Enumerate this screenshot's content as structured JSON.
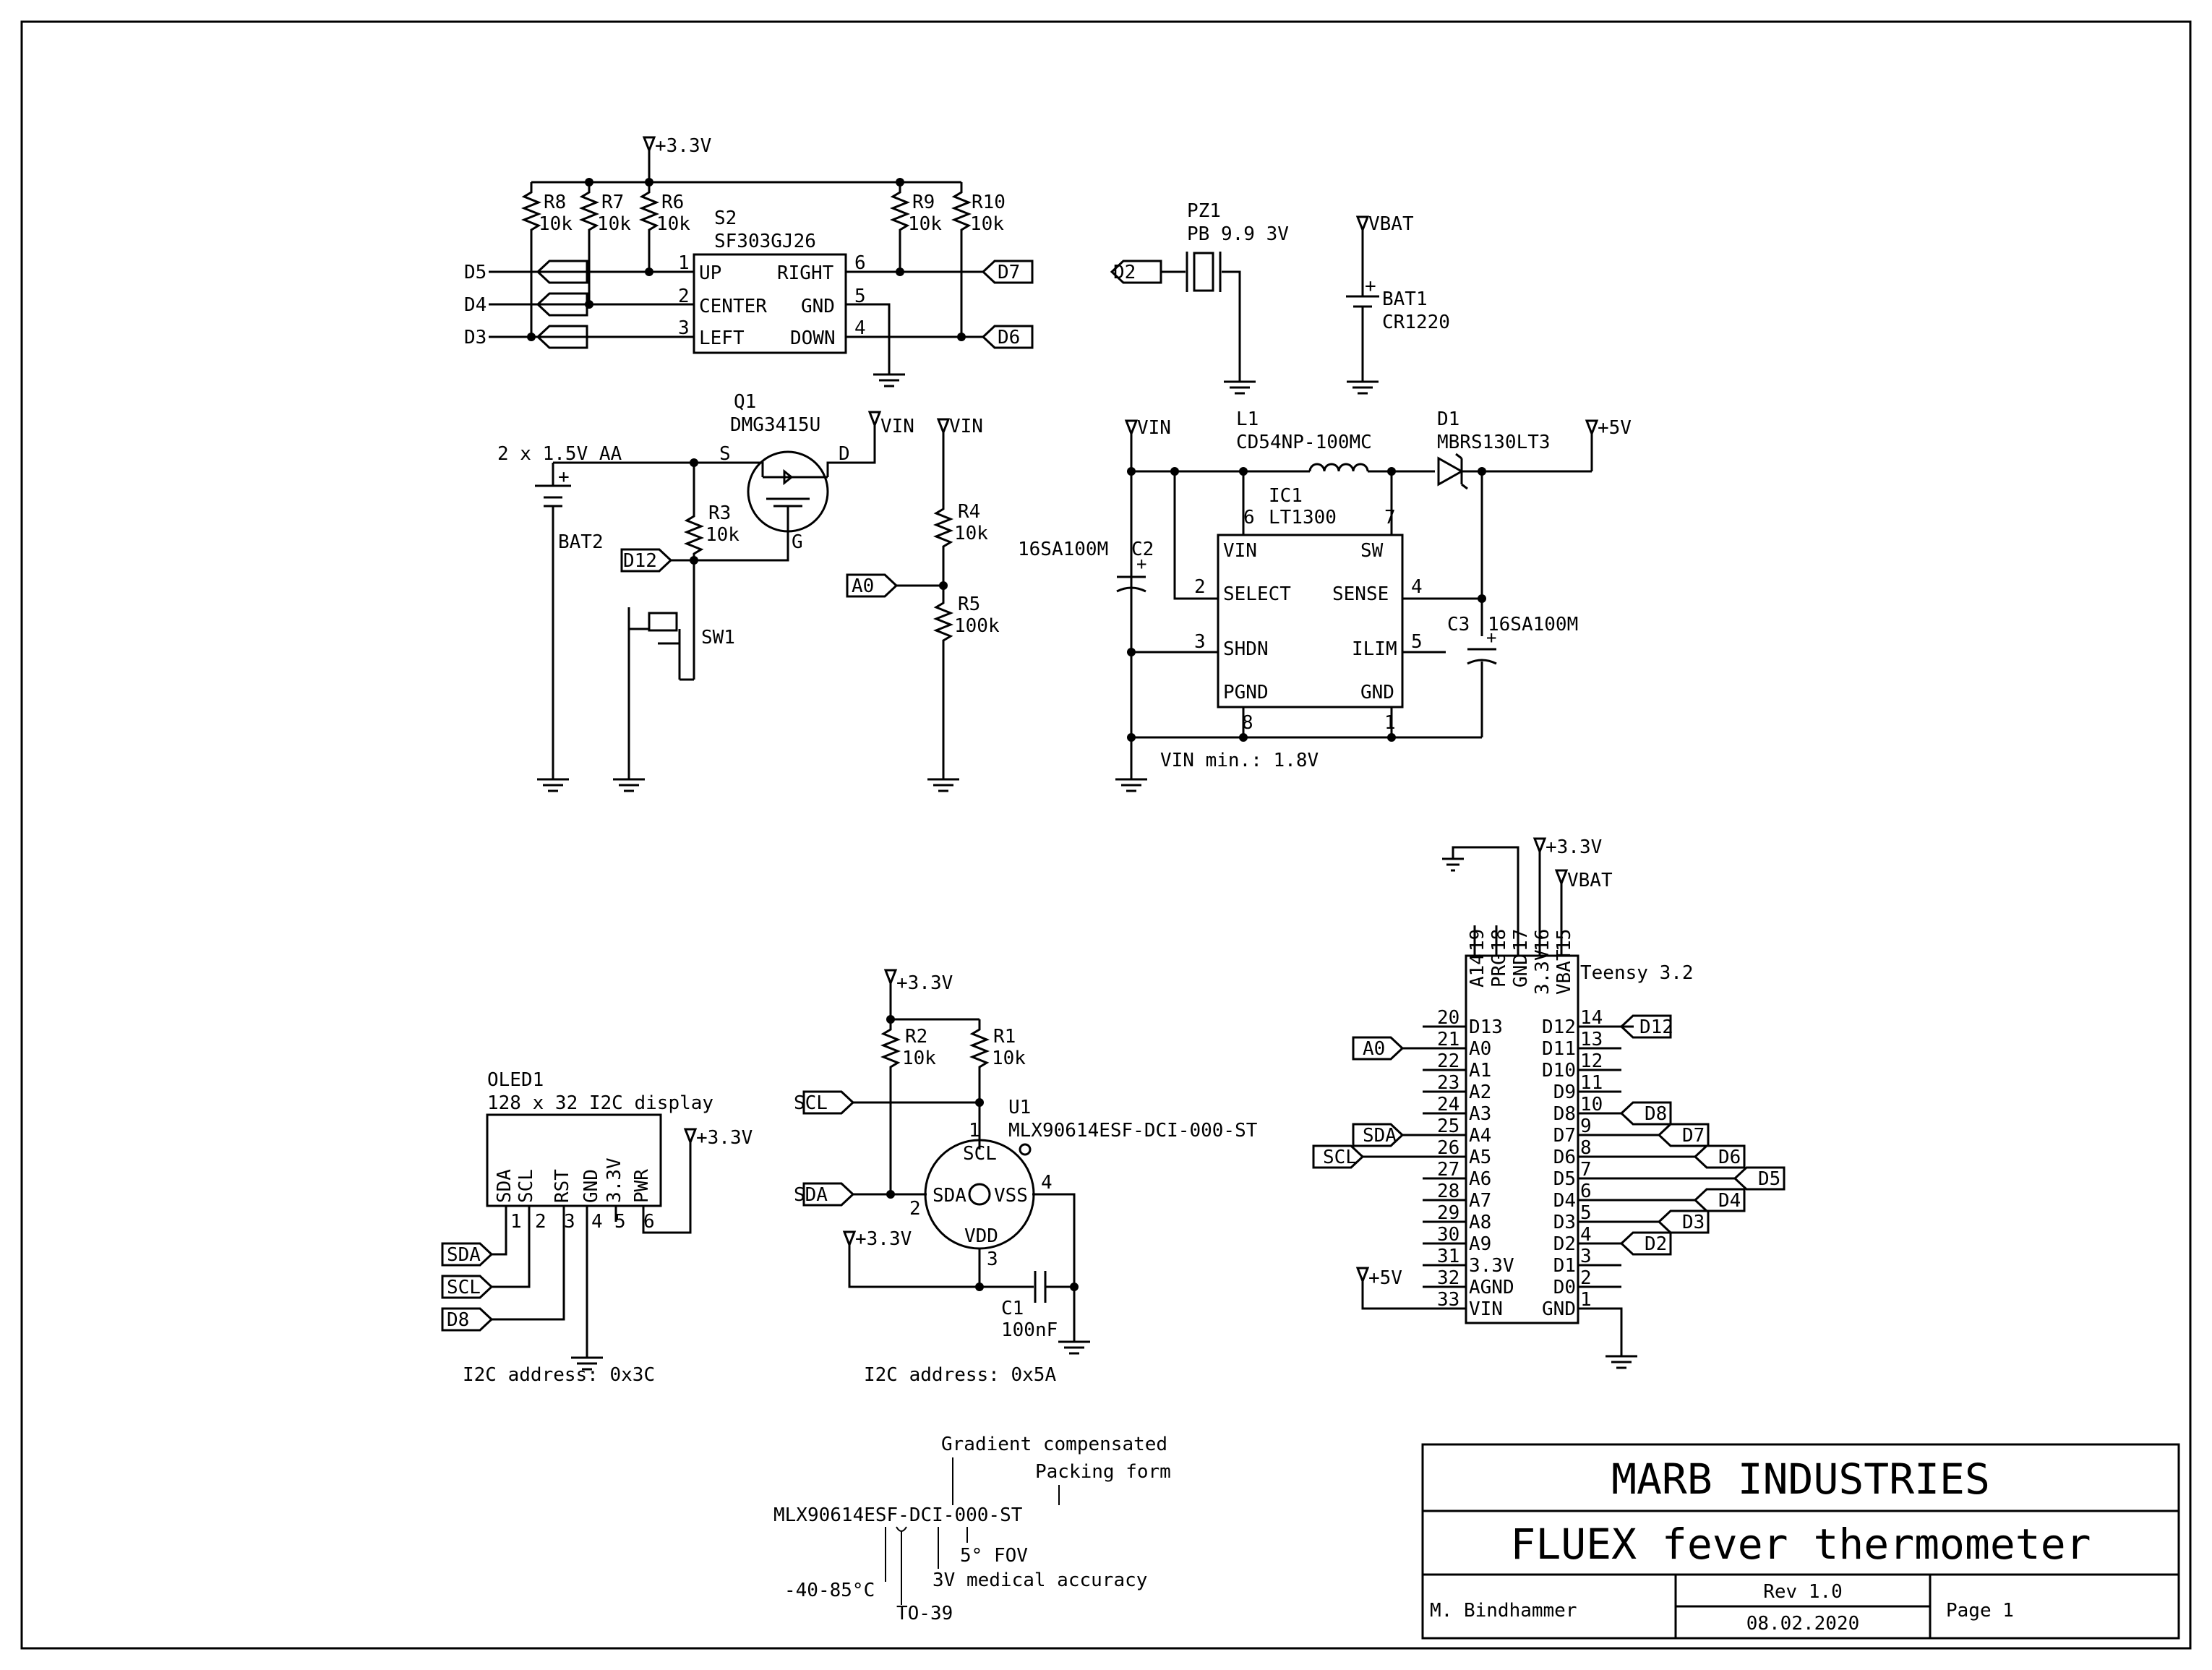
{
  "title_block": {
    "company": "MARB INDUSTRIES",
    "title": "FLUEX fever thermometer",
    "author": "M. Bindhammer",
    "revision": "Rev 1.0",
    "date": "08.02.2020",
    "page": "Page 1"
  },
  "supplies": {
    "v33": "+3.3V",
    "v5": "+5V",
    "vin": "VIN",
    "vbat": "VBAT"
  },
  "joystick": {
    "ref": "S2",
    "part": "SF303GJ26",
    "resistors": [
      {
        "ref": "R8",
        "value": "10k"
      },
      {
        "ref": "R7",
        "value": "10k"
      },
      {
        "ref": "R6",
        "value": "10k"
      },
      {
        "ref": "R9",
        "value": "10k"
      },
      {
        "ref": "R10",
        "value": "10k"
      }
    ],
    "pins_left": [
      {
        "num": "1",
        "name": "UP"
      },
      {
        "num": "2",
        "name": "CENTER"
      },
      {
        "num": "3",
        "name": "LEFT"
      }
    ],
    "pins_right": [
      {
        "num": "6",
        "name": "RIGHT"
      },
      {
        "num": "5",
        "name": "GND"
      },
      {
        "num": "4",
        "name": "DOWN"
      }
    ],
    "nets_left": [
      "D5",
      "D4",
      "D3"
    ],
    "nets_right": [
      "D7",
      "D6"
    ]
  },
  "buzzer": {
    "ref": "PZ1",
    "part": "PB 9.9 3V",
    "net": "D2"
  },
  "backup_battery": {
    "ref": "BAT1",
    "part": "CR1220"
  },
  "power_switch": {
    "mosfet_ref": "Q1",
    "mosfet_part": "DMG3415U",
    "pin_s": "S",
    "pin_d": "D",
    "pin_g": "G",
    "battery_label": "2 x 1.5V AA",
    "battery_ref": "BAT2",
    "r3_ref": "R3",
    "r3_value": "10k",
    "switch_ref": "SW1",
    "net": "D12"
  },
  "divider": {
    "r4_ref": "R4",
    "r4_value": "10k",
    "r5_ref": "R5",
    "r5_value": "100k",
    "net": "A0"
  },
  "boost": {
    "ic_ref": "IC1",
    "ic_part": "LT1300",
    "l_ref": "L1",
    "l_part": "CD54NP-100MC",
    "d_ref": "D1",
    "d_part": "MBRS130LT3",
    "c2_ref": "C2",
    "c2_part": "16SA100M",
    "c3_ref": "C3",
    "c3_part": "16SA100M",
    "pins": [
      {
        "num": "6",
        "name": "VIN"
      },
      {
        "num": "7",
        "name": "SW"
      },
      {
        "num": "2",
        "name": "SELECT"
      },
      {
        "num": "4",
        "name": "SENSE"
      },
      {
        "num": "3",
        "name": "SHDN"
      },
      {
        "num": "5",
        "name": "ILIM"
      },
      {
        "num": "8",
        "name": "PGND"
      },
      {
        "num": "1",
        "name": "GND"
      }
    ],
    "note": "VIN min.: 1.8V"
  },
  "oled": {
    "ref": "OLED1",
    "desc": "128 x 32 I2C display",
    "pins": [
      {
        "num": "1",
        "name": "SDA"
      },
      {
        "num": "2",
        "name": "SCL"
      },
      {
        "num": "3",
        "name": "RST"
      },
      {
        "num": "4",
        "name": "GND"
      },
      {
        "num": "5",
        "name": "3.3V"
      },
      {
        "num": "6",
        "name": "PWR"
      }
    ],
    "nets": [
      "SDA",
      "SCL",
      "D8"
    ],
    "address": "I2C address: 0x3C"
  },
  "sensor": {
    "ref": "U1",
    "part": "MLX90614ESF-DCI-000-ST",
    "r2_ref": "R2",
    "r2_value": "10k",
    "r1_ref": "R1",
    "r1_value": "10k",
    "c1_ref": "C1",
    "c1_value": "100nF",
    "pins": [
      {
        "num": "1",
        "name": "SCL"
      },
      {
        "num": "2",
        "name": "SDA"
      },
      {
        "num": "3",
        "name": "VDD"
      },
      {
        "num": "4",
        "name": "VSS"
      }
    ],
    "nets": [
      "SCL",
      "SDA"
    ],
    "address": "I2C address: 0x5A"
  },
  "teensy": {
    "name": "Teensy 3.2",
    "top_pins": [
      {
        "num": "19",
        "name": "A14"
      },
      {
        "num": "18",
        "name": "PRG"
      },
      {
        "num": "17",
        "name": "GND"
      },
      {
        "num": "16",
        "name": "3.3V"
      },
      {
        "num": "15",
        "name": "VBAT"
      }
    ],
    "left_pins": [
      {
        "num": "20",
        "name": "D13"
      },
      {
        "num": "21",
        "name": "A0"
      },
      {
        "num": "22",
        "name": "A1"
      },
      {
        "num": "23",
        "name": "A2"
      },
      {
        "num": "24",
        "name": "A3"
      },
      {
        "num": "25",
        "name": "A4"
      },
      {
        "num": "26",
        "name": "A5"
      },
      {
        "num": "27",
        "name": "A6"
      },
      {
        "num": "28",
        "name": "A7"
      },
      {
        "num": "29",
        "name": "A8"
      },
      {
        "num": "30",
        "name": "A9"
      },
      {
        "num": "31",
        "name": "3.3V"
      },
      {
        "num": "32",
        "name": "AGND"
      },
      {
        "num": "33",
        "name": "VIN"
      }
    ],
    "right_pins": [
      {
        "num": "14",
        "name": "D12"
      },
      {
        "num": "13",
        "name": "D11"
      },
      {
        "num": "12",
        "name": "D10"
      },
      {
        "num": "11",
        "name": "D9"
      },
      {
        "num": "10",
        "name": "D8"
      },
      {
        "num": "9",
        "name": "D7"
      },
      {
        "num": "8",
        "name": "D6"
      },
      {
        "num": "7",
        "name": "D5"
      },
      {
        "num": "6",
        "name": "D4"
      },
      {
        "num": "5",
        "name": "D3"
      },
      {
        "num": "4",
        "name": "D2"
      },
      {
        "num": "3",
        "name": "D1"
      },
      {
        "num": "2",
        "name": "D0"
      },
      {
        "num": "1",
        "name": "GND"
      }
    ],
    "left_nets": [
      "A0",
      "SDA",
      "SCL"
    ],
    "right_nets": [
      "D12",
      "D8",
      "D7",
      "D6",
      "D5",
      "D4",
      "D3",
      "D2"
    ]
  },
  "part_code": {
    "code": "MLX90614ESF-DCI-000-ST",
    "gradient": "Gradient compensated",
    "packing": "Packing form",
    "fov": "5° FOV",
    "accuracy": "3V medical accuracy",
    "temp": "-40-85°C",
    "package": "TO-39"
  }
}
